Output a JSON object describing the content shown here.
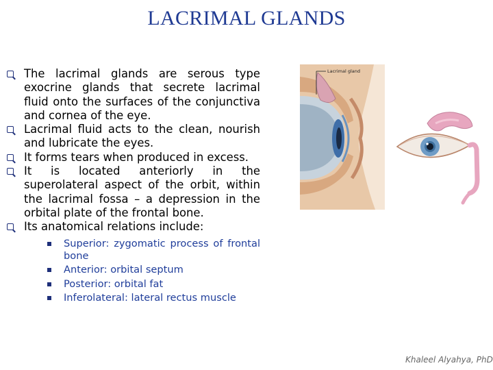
{
  "title": "LACRIMAL GLANDS",
  "bullets": [
    "The lacrimal glands are serous type exocrine glands that secrete lacrimal fluid onto the surfaces of the conjunctiva and cornea of the eye.",
    "Lacrimal fluid acts to the clean, nourish and lubricate the eyes.",
    "It forms tears when produced in excess.",
    "It is located anteriorly in the superolateral aspect of the orbit, within the lacrimal fossa – a depression in the orbital plate of the frontal bone.",
    "Its anatomical relations include:"
  ],
  "relations": [
    "Superior: zygomatic process of frontal bone",
    "Anterior: orbital septum",
    "Posterior: orbital fat",
    "Inferolateral: lateral rectus muscle"
  ],
  "figure": {
    "label": "Lacrimal gland"
  },
  "credit": "Khaleel Alyahya, PhD,"
}
